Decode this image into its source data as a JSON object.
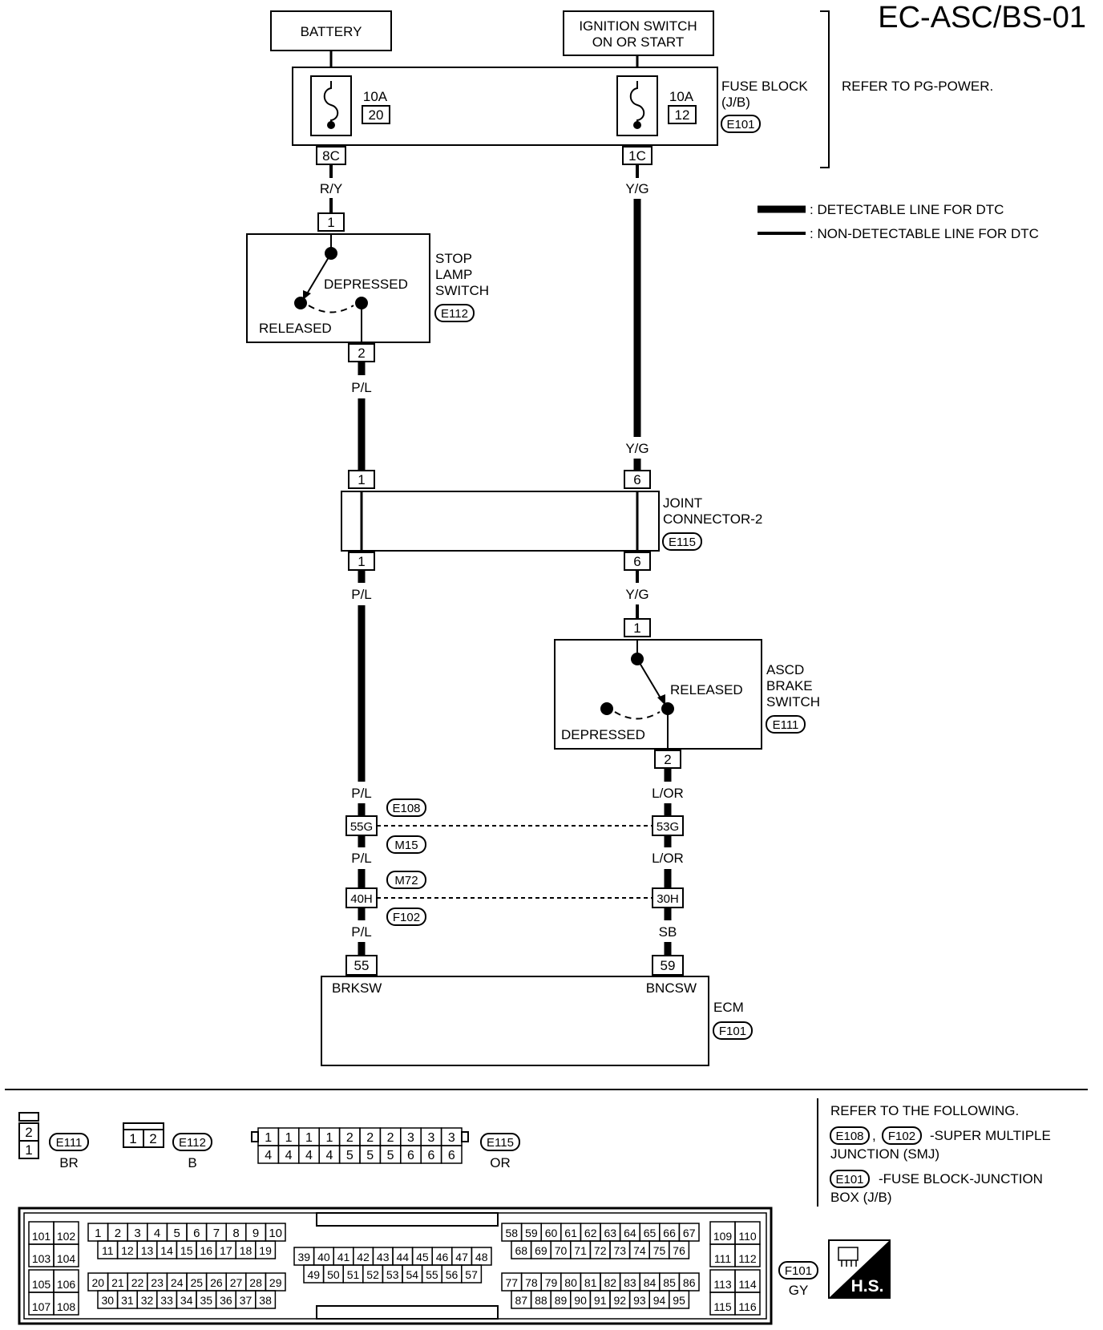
{
  "page_code": "EC-ASC/BS-01",
  "battery": "BATTERY",
  "ignition": {
    "line1": "IGNITION SWITCH",
    "line2": "ON OR START"
  },
  "fuse_block": {
    "label1": "FUSE BLOCK",
    "label2": "(J/B)",
    "connector": "E101",
    "refer": "REFER TO PG-POWER.",
    "fuse_left": {
      "amp": "10A",
      "num": "20",
      "terminal": "8C"
    },
    "fuse_right": {
      "amp": "10A",
      "num": "12",
      "terminal": "1C"
    }
  },
  "legend": {
    "detectable": ": DETECTABLE LINE FOR DTC",
    "non_detectable": ": NON-DETECTABLE LINE FOR DTC"
  },
  "wires": {
    "ry": "R/Y",
    "yg": "Y/G",
    "pl": "P/L",
    "lor": "L/OR",
    "sb": "SB"
  },
  "stop_lamp_switch": {
    "name1": "STOP",
    "name2": "LAMP",
    "name3": "SWITCH",
    "connector": "E112",
    "depressed": "DEPRESSED",
    "released": "RELEASED",
    "pin_in": "1",
    "pin_out": "2"
  },
  "joint_connector": {
    "name1": "JOINT",
    "name2": "CONNECTOR-2",
    "connector": "E115",
    "pin_left": "1",
    "pin_right": "6"
  },
  "ascd_brake_switch": {
    "name1": "ASCD",
    "name2": "BRAKE",
    "name3": "SWITCH",
    "connector": "E111",
    "released": "RELEASED",
    "depressed": "DEPRESSED",
    "pin_in": "1",
    "pin_out": "2"
  },
  "junction1": {
    "left": "55G",
    "right": "53G",
    "conn_top": "E108",
    "conn_bottom": "M15"
  },
  "junction2": {
    "left": "40H",
    "right": "30H",
    "conn_top": "M72",
    "conn_bottom": "F102"
  },
  "ecm": {
    "name": "ECM",
    "connector": "F101",
    "pin_left": "55",
    "pin_right": "59",
    "label_left": "BRKSW",
    "label_right": "BNCSW"
  },
  "connectors": {
    "e111": {
      "id": "E111",
      "color": "BR",
      "pins": [
        "2",
        "1"
      ]
    },
    "e112": {
      "id": "E112",
      "color": "B",
      "pins": [
        "1",
        "2"
      ]
    },
    "e115": {
      "id": "E115",
      "color": "OR",
      "top": [
        "1",
        "1",
        "1",
        "1",
        "2",
        "2",
        "2",
        "3",
        "3",
        "3"
      ],
      "bottom": [
        "4",
        "4",
        "4",
        "4",
        "5",
        "5",
        "5",
        "6",
        "6",
        "6"
      ]
    },
    "f101": {
      "id": "F101",
      "color": "GY"
    }
  },
  "refer": {
    "title": "REFER TO THE FOLLOWING.",
    "conn1": "E108",
    "comma": ",",
    "conn2": "F102",
    "smj1": "-SUPER MULTIPLE",
    "smj2": "JUNCTION (SMJ)",
    "conn3": "E101",
    "fb1": "-FUSE BLOCK-JUNCTION",
    "fb2": "BOX (J/B)"
  },
  "hs_label": "H.S.",
  "ecm_pins": {
    "left_top": [
      "101",
      "102",
      "103",
      "104"
    ],
    "left_bottom": [
      "105",
      "106",
      "107",
      "108"
    ],
    "g1_row1": [
      "1",
      "2",
      "3",
      "4",
      "5",
      "6",
      "7",
      "8",
      "9",
      "10"
    ],
    "g1_row2": [
      "11",
      "12",
      "13",
      "14",
      "15",
      "16",
      "17",
      "18",
      "19"
    ],
    "g1_row3": [
      "20",
      "21",
      "22",
      "23",
      "24",
      "25",
      "26",
      "27",
      "28",
      "29"
    ],
    "g1_row4": [
      "30",
      "31",
      "32",
      "33",
      "34",
      "35",
      "36",
      "37",
      "38"
    ],
    "g2_row1": [
      "39",
      "40",
      "41",
      "42",
      "43",
      "44",
      "45",
      "46",
      "47",
      "48"
    ],
    "g2_row2": [
      "49",
      "50",
      "51",
      "52",
      "53",
      "54",
      "55",
      "56",
      "57"
    ],
    "g3_row1": [
      "58",
      "59",
      "60",
      "61",
      "62",
      "63",
      "64",
      "65",
      "66",
      "67"
    ],
    "g3_row2": [
      "68",
      "69",
      "70",
      "71",
      "72",
      "73",
      "74",
      "75",
      "76"
    ],
    "g3_row3": [
      "77",
      "78",
      "79",
      "80",
      "81",
      "82",
      "83",
      "84",
      "85",
      "86"
    ],
    "g3_row4": [
      "87",
      "88",
      "89",
      "90",
      "91",
      "92",
      "93",
      "94",
      "95"
    ],
    "right_top": [
      "109",
      "110",
      "111",
      "112"
    ],
    "right_bottom": [
      "113",
      "114",
      "115",
      "116"
    ]
  }
}
